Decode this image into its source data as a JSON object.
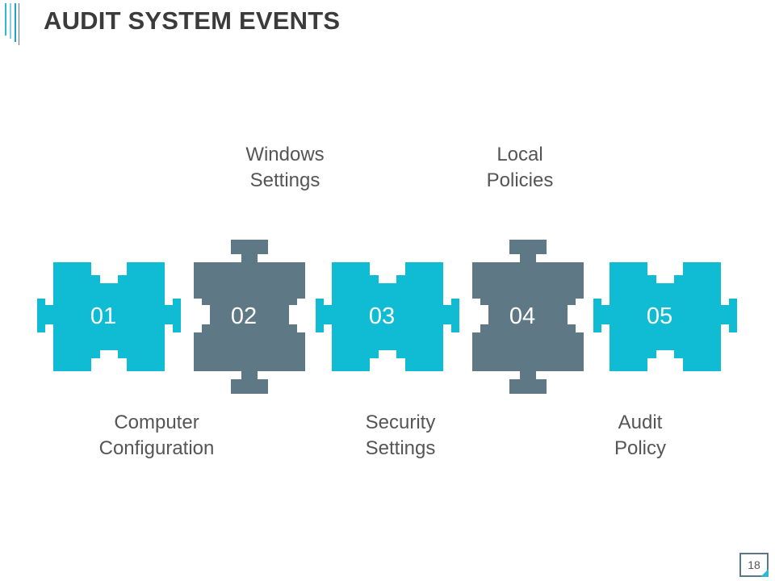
{
  "slide": {
    "title": "AUDIT SYSTEM EVENTS",
    "page_number": "18"
  },
  "colors": {
    "teal": "#10bcd4",
    "slate": "#5f7886",
    "title_text": "#3b3b3b",
    "label_text": "#555555"
  },
  "pieces": [
    {
      "number": "01",
      "color": "teal"
    },
    {
      "number": "02",
      "color": "slate"
    },
    {
      "number": "03",
      "color": "teal"
    },
    {
      "number": "04",
      "color": "slate"
    },
    {
      "number": "05",
      "color": "teal"
    }
  ],
  "labels": {
    "top": [
      {
        "line1": "Windows",
        "line2": "Settings"
      },
      {
        "line1": "Local",
        "line2": "Policies"
      }
    ],
    "bottom": [
      {
        "line1": "Computer",
        "line2": "Configuration"
      },
      {
        "line1": "Security",
        "line2": "Settings"
      },
      {
        "line1": "Audit",
        "line2": "Policy"
      }
    ]
  }
}
